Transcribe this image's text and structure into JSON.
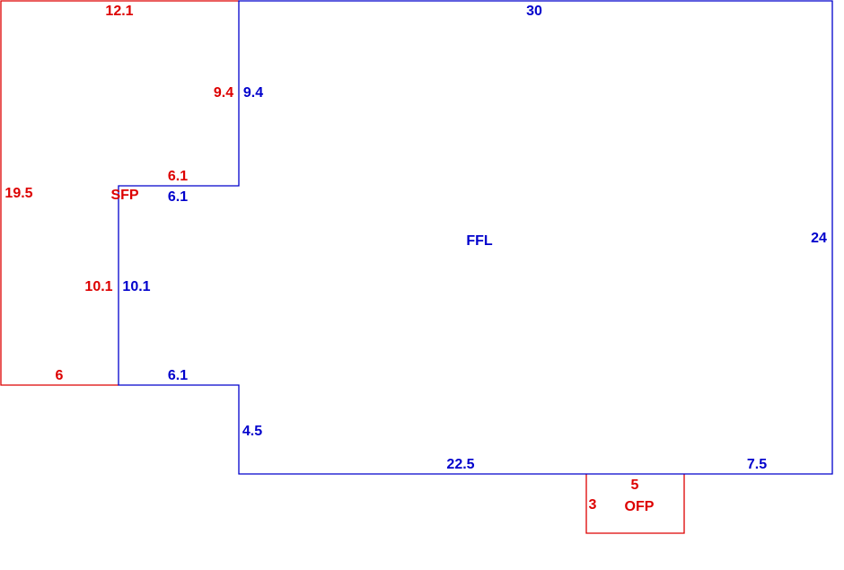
{
  "colors": {
    "main": "#0000cc",
    "addition": "#dd0000",
    "background": "#ffffff"
  },
  "areas": {
    "main_floor": {
      "label": "FFL",
      "dimensions": {
        "top": "30",
        "right": "24",
        "bottom_right": "7.5",
        "bottom_left": "22.5",
        "step_vertical": "4.5",
        "lower_jog": "6.1",
        "middle_vertical": "10.1",
        "upper_jog": "6.1",
        "upper_vertical": "9.4"
      }
    },
    "sfp": {
      "label": "SFP",
      "dimensions": {
        "top": "12.1",
        "left": "19.5",
        "bottom": "6",
        "middle_vertical": "10.1",
        "upper_jog": "6.1",
        "upper_vertical": "9.4"
      }
    },
    "ofp": {
      "label": "OFP",
      "dimensions": {
        "width": "5",
        "depth": "3"
      }
    }
  }
}
